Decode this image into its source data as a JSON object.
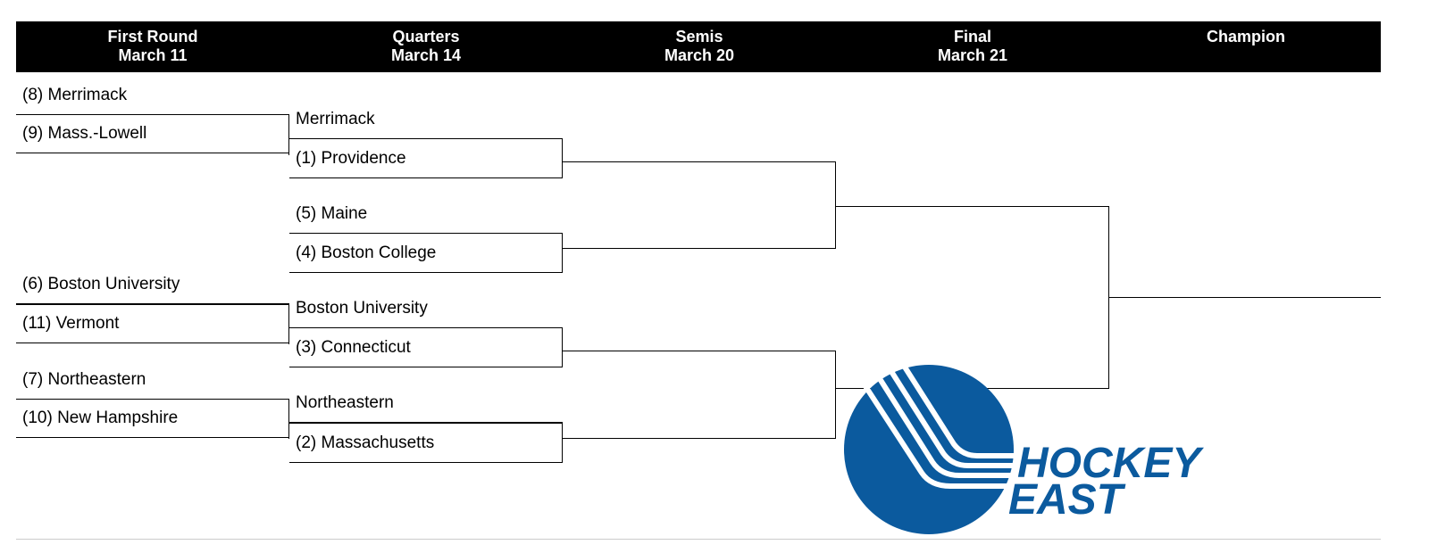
{
  "rounds": [
    {
      "name": "First Round",
      "date": "March 11"
    },
    {
      "name": "Quarters",
      "date": "March 14"
    },
    {
      "name": "Semis",
      "date": "March 20"
    },
    {
      "name": "Final",
      "date": "March 21"
    },
    {
      "name": "Champion",
      "date": ""
    }
  ],
  "first_round": [
    {
      "top": "(8) Merrimack",
      "bottom": "(9) Mass.-Lowell"
    },
    {
      "top": "(6) Boston University",
      "bottom": "(11) Vermont"
    },
    {
      "top": "(7) Northeastern",
      "bottom": "(10) New Hampshire"
    }
  ],
  "quarters": [
    {
      "top": "Merrimack",
      "bottom": "(1) Providence"
    },
    {
      "top": "(5) Maine",
      "bottom": "(4) Boston College"
    },
    {
      "top": "Boston University",
      "bottom": "(3) Connecticut"
    },
    {
      "top": "Northeastern",
      "bottom": "(2) Massachusetts"
    }
  ],
  "semis": [
    "",
    "",
    "",
    ""
  ],
  "final": [
    "",
    ""
  ],
  "champion": "",
  "logo": {
    "line1": "HOCKEY",
    "line2": "EAST",
    "color": "#0b5a9e"
  }
}
